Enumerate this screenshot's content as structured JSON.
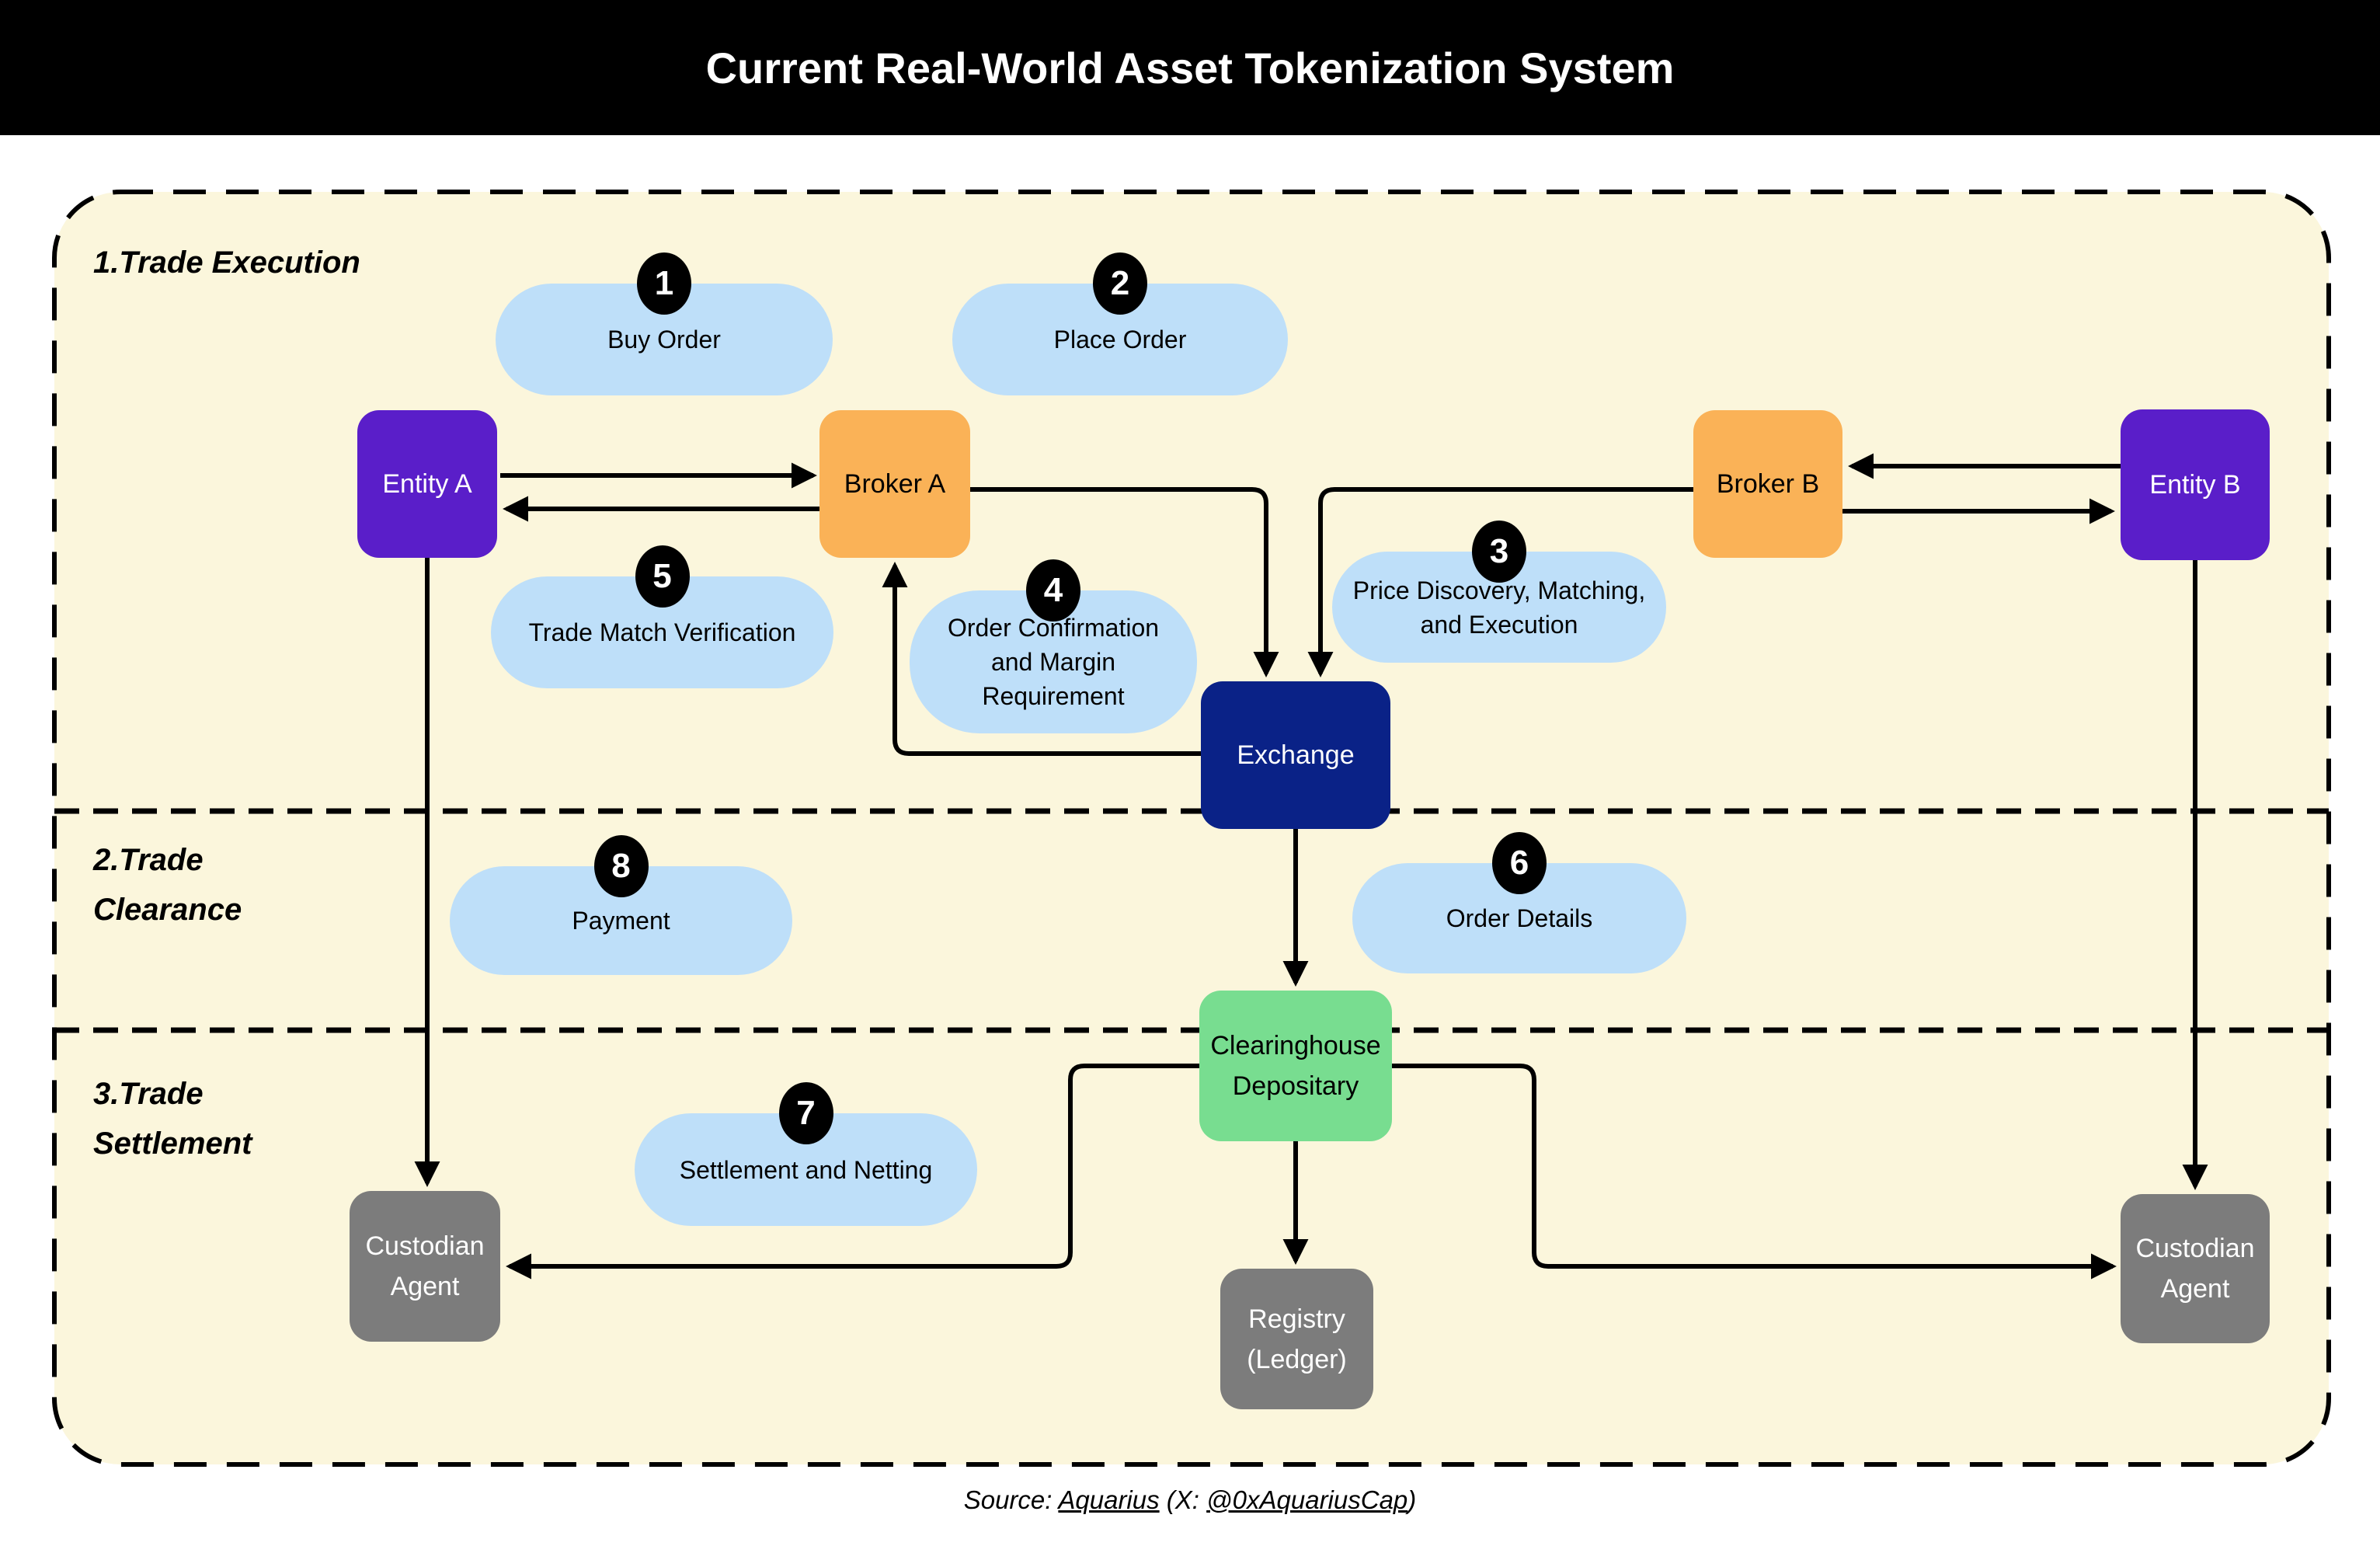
{
  "header": {
    "title": "Current Real-World Asset Tokenization System"
  },
  "sections": [
    {
      "lines": [
        "1.Trade Execution"
      ]
    },
    {
      "lines": [
        "2.Trade",
        "Clearance"
      ]
    },
    {
      "lines": [
        "3.Trade",
        "Settlement"
      ]
    }
  ],
  "nodes": {
    "entity_a": {
      "lines": [
        "Entity A"
      ]
    },
    "broker_a": {
      "lines": [
        "Broker A"
      ]
    },
    "broker_b": {
      "lines": [
        "Broker B"
      ]
    },
    "entity_b": {
      "lines": [
        "Entity B"
      ]
    },
    "exchange": {
      "lines": [
        "Exchange"
      ]
    },
    "clearinghouse_depositary": {
      "lines": [
        "Clearinghouse",
        "Depositary"
      ]
    },
    "registry_ledger": {
      "lines": [
        "Registry",
        "(Ledger)"
      ]
    },
    "custodian_agent_left": {
      "lines": [
        "Custodian",
        "Agent"
      ]
    },
    "custodian_agent_right": {
      "lines": [
        "Custodian",
        "Agent"
      ]
    }
  },
  "steps": [
    {
      "num": "1",
      "lines": [
        "Buy Order"
      ]
    },
    {
      "num": "2",
      "lines": [
        "Place Order"
      ]
    },
    {
      "num": "3",
      "lines": [
        "Price Discovery, Matching,",
        "and Execution"
      ]
    },
    {
      "num": "4",
      "lines": [
        "Order Confirmation",
        "and Margin",
        "Requirement"
      ]
    },
    {
      "num": "5",
      "lines": [
        "Trade Match Verification"
      ]
    },
    {
      "num": "6",
      "lines": [
        "Order Details"
      ]
    },
    {
      "num": "7",
      "lines": [
        "Settlement and Netting"
      ]
    },
    {
      "num": "8",
      "lines": [
        "Payment"
      ]
    }
  ],
  "footer": {
    "prefix": "Source: ",
    "source_link": "Aquarius",
    "mid": " (X: ",
    "handle_link": "@0xAquariusCap",
    "suffix": ")"
  },
  "colors": {
    "black": "#000000",
    "white": "#ffffff",
    "cream": "#FBF6DC",
    "pill_blue": "#BEDFF9",
    "purple": "#5A1EC9",
    "orange": "#FAB257",
    "navy": "#0A2287",
    "green": "#78DD90",
    "gray": "#7C7C7C"
  }
}
